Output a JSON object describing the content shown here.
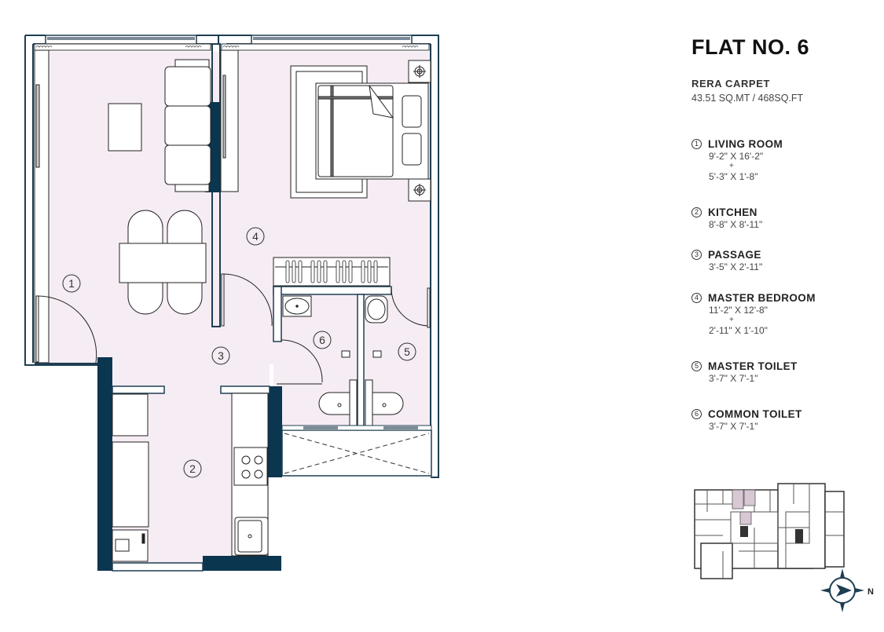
{
  "header": {
    "title": "FLAT NO. 6",
    "rera_label": "RERA CARPET",
    "rera_value": "43.51 SQ.MT / 468SQ.FT"
  },
  "rooms": [
    {
      "num": "1",
      "name": "LIVING ROOM",
      "dims": [
        "9'-2\" X 16'-2\"",
        "5'-3\" X 1'-8\""
      ],
      "plus": "+"
    },
    {
      "num": "2",
      "name": "KITCHEN",
      "dims": [
        "8'-8\" X 8'-11\""
      ]
    },
    {
      "num": "3",
      "name": "PASSAGE",
      "dims": [
        "3'-5\" X 2'-11\""
      ]
    },
    {
      "num": "4",
      "name": "MASTER BEDROOM",
      "dims": [
        "11'-2\" X 12'-8\"",
        "2'-11\" X 1'-10\""
      ],
      "plus": "+"
    },
    {
      "num": "5",
      "name": "MASTER TOILET",
      "dims": [
        "3'-7\" X 7'-1\""
      ]
    },
    {
      "num": "6",
      "name": "COMMON TOILET",
      "dims": [
        "3'-7\" X 7'-1\""
      ]
    }
  ],
  "plan_labels": {
    "living": "1",
    "kitchen": "2",
    "passage": "3",
    "bedroom": "4",
    "master_toilet": "5",
    "common_toilet": "6"
  },
  "compass": {
    "north_label": "N"
  },
  "colors": {
    "wall": "#0b3650",
    "wall_outline": "#1e3e52",
    "floor": "#f6ecf4",
    "window": "#7a8a96"
  }
}
